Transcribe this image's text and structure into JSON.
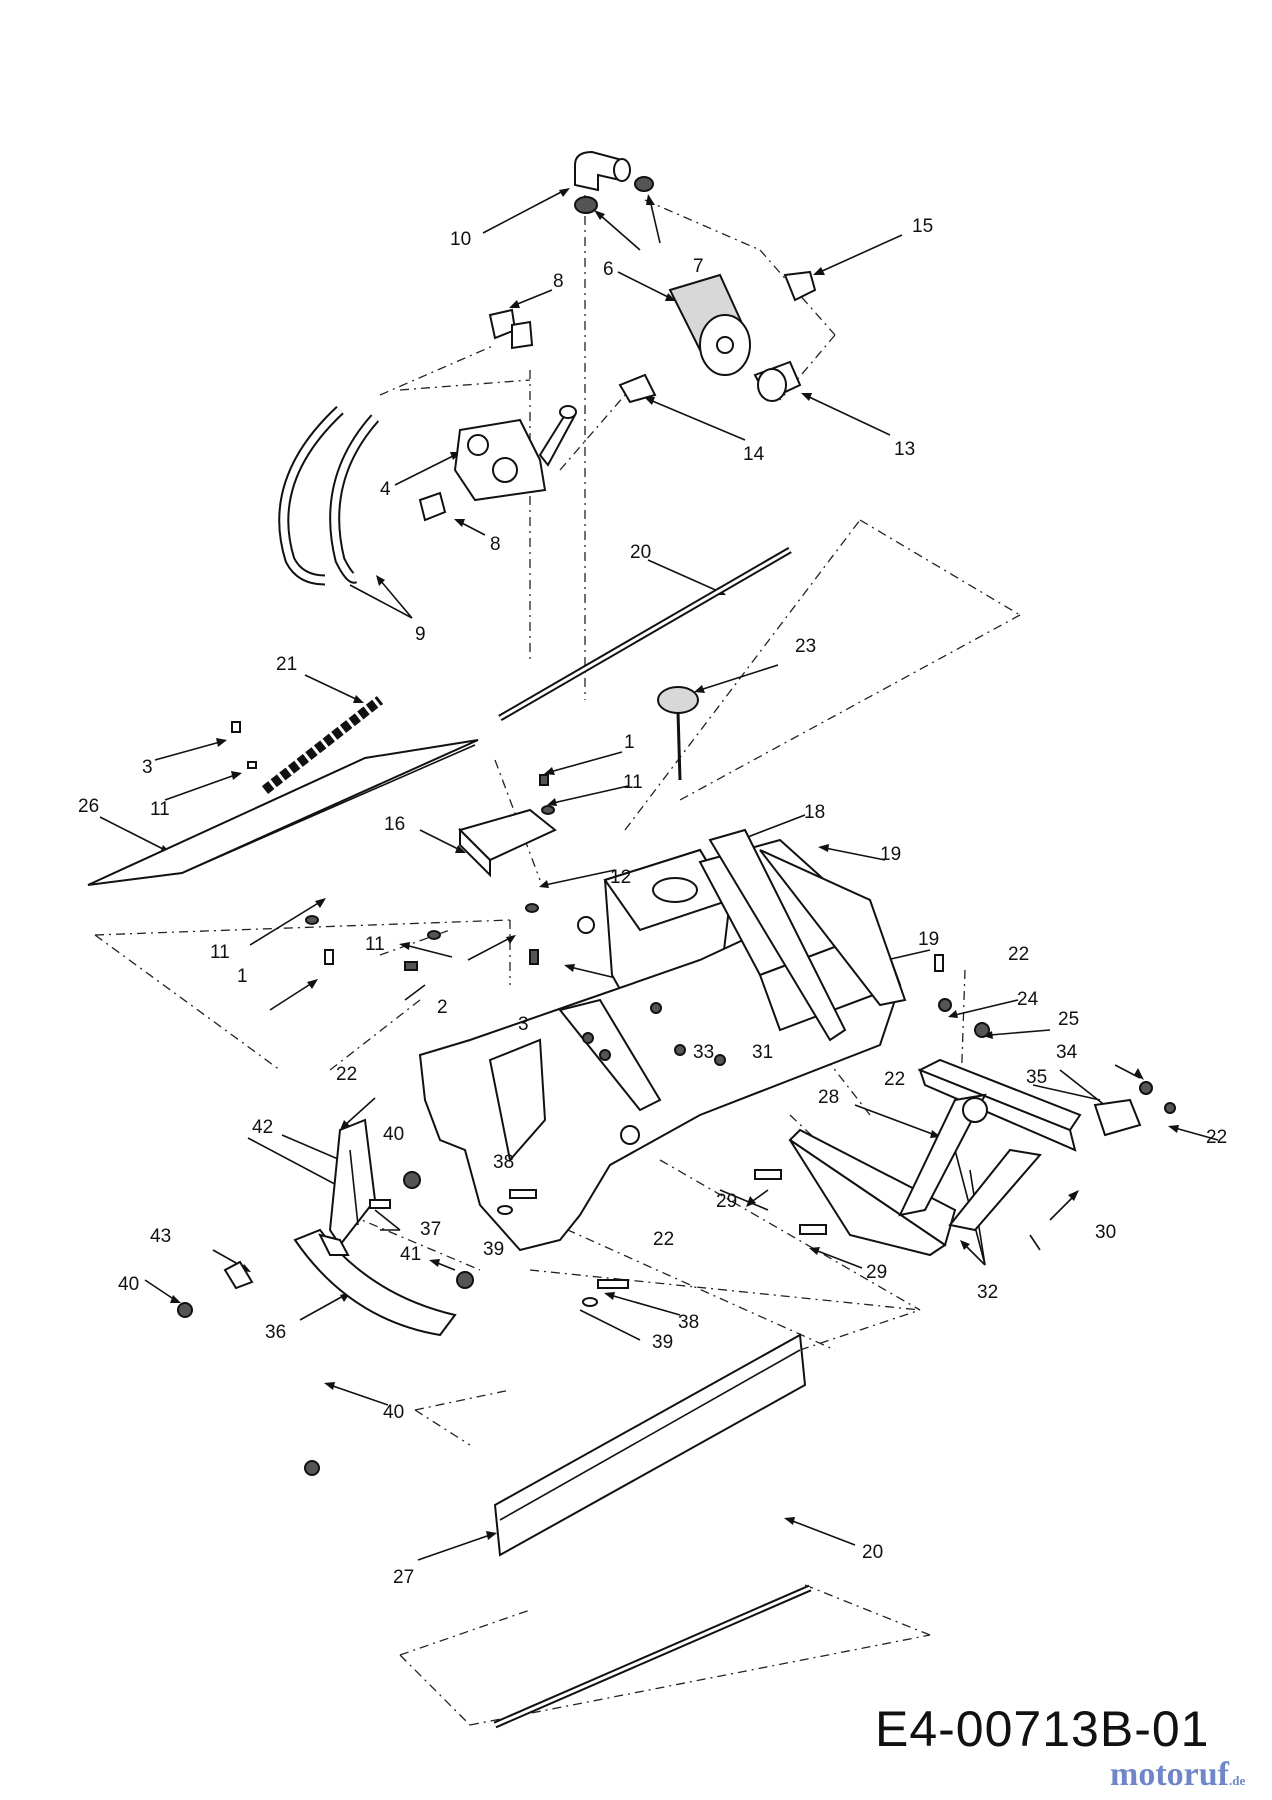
{
  "diagram_code": "E4-00713B-01",
  "watermark": {
    "main": "motoruf",
    "suffix": ".de"
  },
  "callouts": [
    {
      "id": "c10",
      "text": "10"
    },
    {
      "id": "c7",
      "text": "7"
    },
    {
      "id": "c15",
      "text": "15"
    },
    {
      "id": "c6",
      "text": "6"
    },
    {
      "id": "c8a",
      "text": "8"
    },
    {
      "id": "c13",
      "text": "13"
    },
    {
      "id": "c14",
      "text": "14"
    },
    {
      "id": "c4",
      "text": "4"
    },
    {
      "id": "c8b",
      "text": "8"
    },
    {
      "id": "c20a",
      "text": "20"
    },
    {
      "id": "c9",
      "text": "9"
    },
    {
      "id": "c23",
      "text": "23"
    },
    {
      "id": "c21",
      "text": "21"
    },
    {
      "id": "c3a",
      "text": "3"
    },
    {
      "id": "c11a",
      "text": "11"
    },
    {
      "id": "c1a",
      "text": "1"
    },
    {
      "id": "c11b",
      "text": "11"
    },
    {
      "id": "c26",
      "text": "26"
    },
    {
      "id": "c16",
      "text": "16"
    },
    {
      "id": "c18",
      "text": "18"
    },
    {
      "id": "c19a",
      "text": "19"
    },
    {
      "id": "c12",
      "text": "12"
    },
    {
      "id": "c11c",
      "text": "11"
    },
    {
      "id": "c11d",
      "text": "11"
    },
    {
      "id": "c1b",
      "text": "1"
    },
    {
      "id": "c19b",
      "text": "19"
    },
    {
      "id": "c22a",
      "text": "22"
    },
    {
      "id": "c2",
      "text": "2"
    },
    {
      "id": "c24",
      "text": "24"
    },
    {
      "id": "c25",
      "text": "25"
    },
    {
      "id": "c3b",
      "text": "3"
    },
    {
      "id": "c33",
      "text": "33"
    },
    {
      "id": "c31",
      "text": "31"
    },
    {
      "id": "c22b",
      "text": "22"
    },
    {
      "id": "c34",
      "text": "34"
    },
    {
      "id": "c35",
      "text": "35"
    },
    {
      "id": "c22c",
      "text": "22"
    },
    {
      "id": "c28",
      "text": "28"
    },
    {
      "id": "c22d",
      "text": "22"
    },
    {
      "id": "c42",
      "text": "42"
    },
    {
      "id": "c40a",
      "text": "40"
    },
    {
      "id": "c38a",
      "text": "38"
    },
    {
      "id": "c29a",
      "text": "29"
    },
    {
      "id": "c30",
      "text": "30"
    },
    {
      "id": "c37",
      "text": "37"
    },
    {
      "id": "c22e",
      "text": "22"
    },
    {
      "id": "c43",
      "text": "43"
    },
    {
      "id": "c39a",
      "text": "39"
    },
    {
      "id": "c41",
      "text": "41"
    },
    {
      "id": "c29b",
      "text": "29"
    },
    {
      "id": "c32",
      "text": "32"
    },
    {
      "id": "c40b",
      "text": "40"
    },
    {
      "id": "c36",
      "text": "36"
    },
    {
      "id": "c38b",
      "text": "38"
    },
    {
      "id": "c39b",
      "text": "39"
    },
    {
      "id": "c40c",
      "text": "40"
    },
    {
      "id": "c27",
      "text": "27"
    },
    {
      "id": "c20b",
      "text": "20"
    }
  ]
}
